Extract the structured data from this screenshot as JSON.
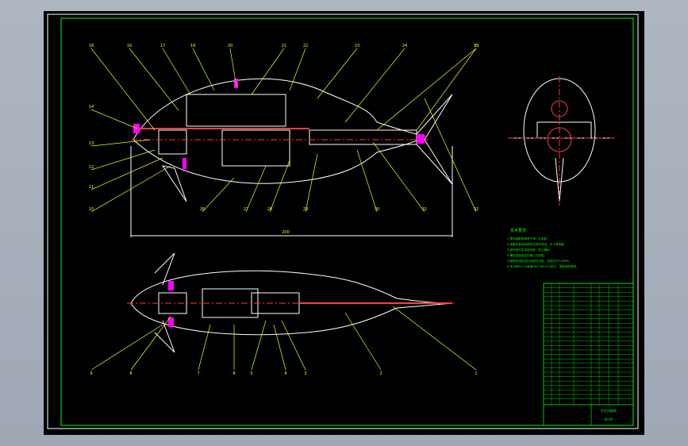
{
  "colors": {
    "sheet_bg": "#000000",
    "viewport_bg": "#a9b1bd",
    "frame": "#ffffff",
    "border": "#00ff00",
    "outline": "#ffffff",
    "leader": "#ffff00",
    "label": "#ffff00",
    "center_line": "#ff3333",
    "parts": "#ff4040",
    "hatch": "#ff00ff",
    "notes": "#00ff00",
    "table": "#00ff00"
  },
  "drawing": {
    "top_view_labels": [
      "18",
      "16",
      "17",
      "19",
      "20",
      "21",
      "22",
      "23",
      "24",
      "25",
      "14",
      "13",
      "12",
      "11",
      "10",
      "26",
      "27",
      "28",
      "29",
      "30",
      "31",
      "32",
      "33"
    ],
    "bottom_view_labels": [
      "9",
      "8",
      "7",
      "6",
      "5",
      "4",
      "3",
      "2",
      "1"
    ],
    "dimension_text": "200"
  },
  "notes": {
    "title": "技术要求",
    "lines": [
      "1.零件装配前清洗干净，去毛刺。",
      "2.装配后各运动部件应转动灵活，无卡滞现象。",
      "3.密封部位应涂密封胶，防止漏水。",
      "4.螺纹连接处应拧紧，并防松。",
      "5.装配完成后进行水密性试验，试验压力0.2MPa。",
      "6.未注明尺寸公差按GB/T1804-m执行，表面涂防锈漆。"
    ]
  },
  "title_block": {
    "name": "仿生机器鱼",
    "drawing_no": "JX-00"
  }
}
